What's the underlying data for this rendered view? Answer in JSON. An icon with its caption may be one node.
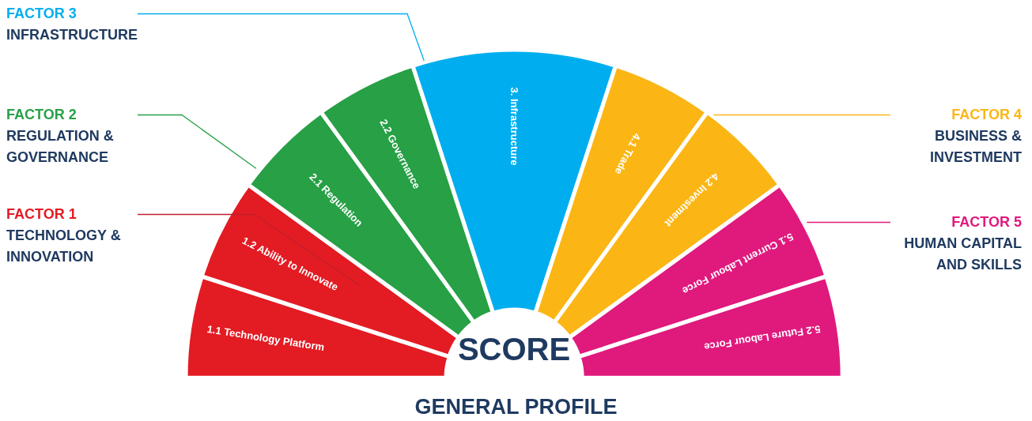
{
  "diagram": {
    "nodes": [
      {
        "text": [
          "FACTOR 3",
          "INFRASTRUCTURE"
        ]
      },
      {
        "text": [
          "FACTOR 2",
          "REGULATION & GOVERNANCE"
        ]
      },
      {
        "text": [
          "FACTOR 1",
          "TECHNOLOGY & INNOVATION"
        ]
      },
      {
        "text": [
          "FACTOR 4",
          "BUSINESS & INVESTMENT"
        ]
      },
      {
        "text": [
          "FACTOR 5",
          "HUMAN CAPITAL AND SKILLS"
        ]
      },
      {
        "text": [
          "1.1 Technology Platform"
        ]
      },
      {
        "text": [
          "1.2 Ability to Innovate"
        ]
      },
      {
        "text": [
          "2.1 Regulation"
        ]
      },
      {
        "text": [
          "2.2 Governance"
        ]
      },
      {
        "text": [
          "3. Infrastructure"
        ]
      },
      {
        "text": [
          "4.1 Trade"
        ]
      },
      {
        "text": [
          "4.2 Investment"
        ]
      },
      {
        "text": [
          "5.1 Current Labour Force"
        ]
      },
      {
        "text": [
          "5.2 Future Labour Force"
        ]
      },
      {
        "text": [
          "SCORE"
        ]
      }
    ],
    "edges": [
      {
        "from": 0,
        "to": 9,
        "arrow": "none",
        "color": "#00aeef"
      },
      {
        "from": 1,
        "to": 7,
        "arrow": "none",
        "color": "#27a046"
      },
      {
        "from": 2,
        "to": 6,
        "arrow": "none",
        "color": "#c0202e"
      },
      {
        "from": 3,
        "to": 11,
        "arrow": "none",
        "color": "#fbb615"
      },
      {
        "from": 4,
        "to": 12,
        "arrow": "none",
        "color": "#e0197d"
      }
    ],
    "labels": [
      "GENERAL PROFILE"
    ]
  }
}
